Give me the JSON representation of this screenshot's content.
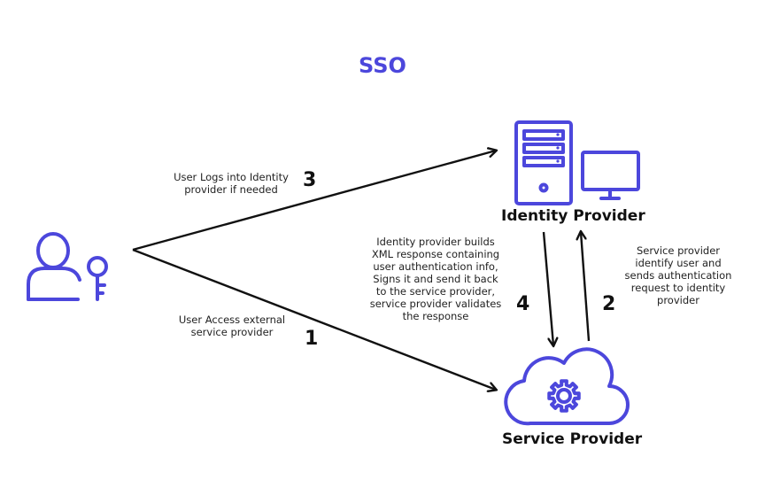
{
  "title": "SSO",
  "colors": {
    "accent": "#4c47dc",
    "arrow": "#111111",
    "text": "#222222"
  },
  "icons": {
    "user": "user-with-key-icon",
    "server": "server-tower-icon",
    "monitor": "monitor-icon",
    "cloud": "cloud-gear-icon"
  },
  "nodes": {
    "identity_provider": "Identity Provider",
    "service_provider": "Service Provider"
  },
  "steps": [
    {
      "number": "1",
      "lines": [
        "User Access external",
        "service provider"
      ]
    },
    {
      "number": "2",
      "lines": [
        "Service provider",
        "identify user and",
        "sends authentication",
        "request to identity",
        "provider"
      ]
    },
    {
      "number": "3",
      "lines": [
        "User Logs into Identity",
        "provider if needed"
      ]
    },
    {
      "number": "4",
      "lines": [
        "Identity provider builds",
        "XML response containing",
        "user authentication info,",
        "Signs it and send it back",
        "to the service provider,",
        "service provider validates",
        "the response"
      ]
    }
  ]
}
